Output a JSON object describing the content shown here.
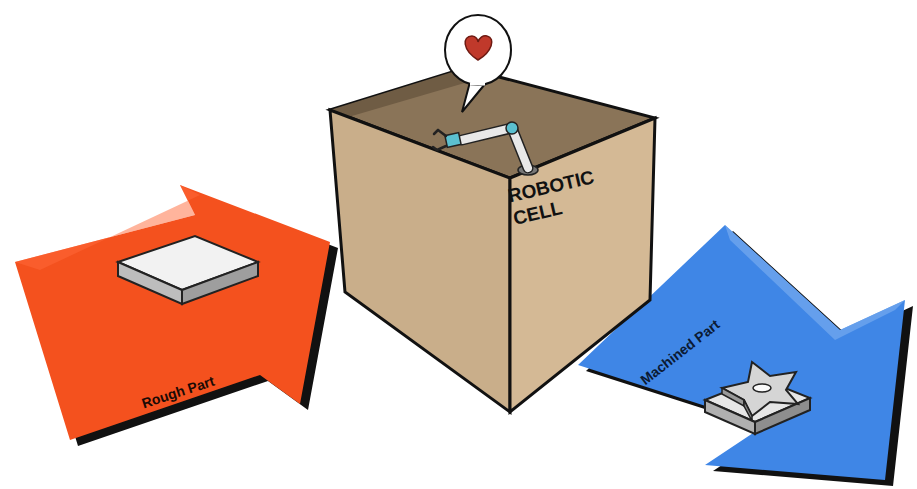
{
  "diagram": {
    "nodes": [
      {
        "text": [
          "Rough Part"
        ]
      },
      {
        "text": [
          "ROBOTIC CELL"
        ]
      },
      {
        "text": [
          "Machined Part"
        ]
      }
    ]
  }
}
